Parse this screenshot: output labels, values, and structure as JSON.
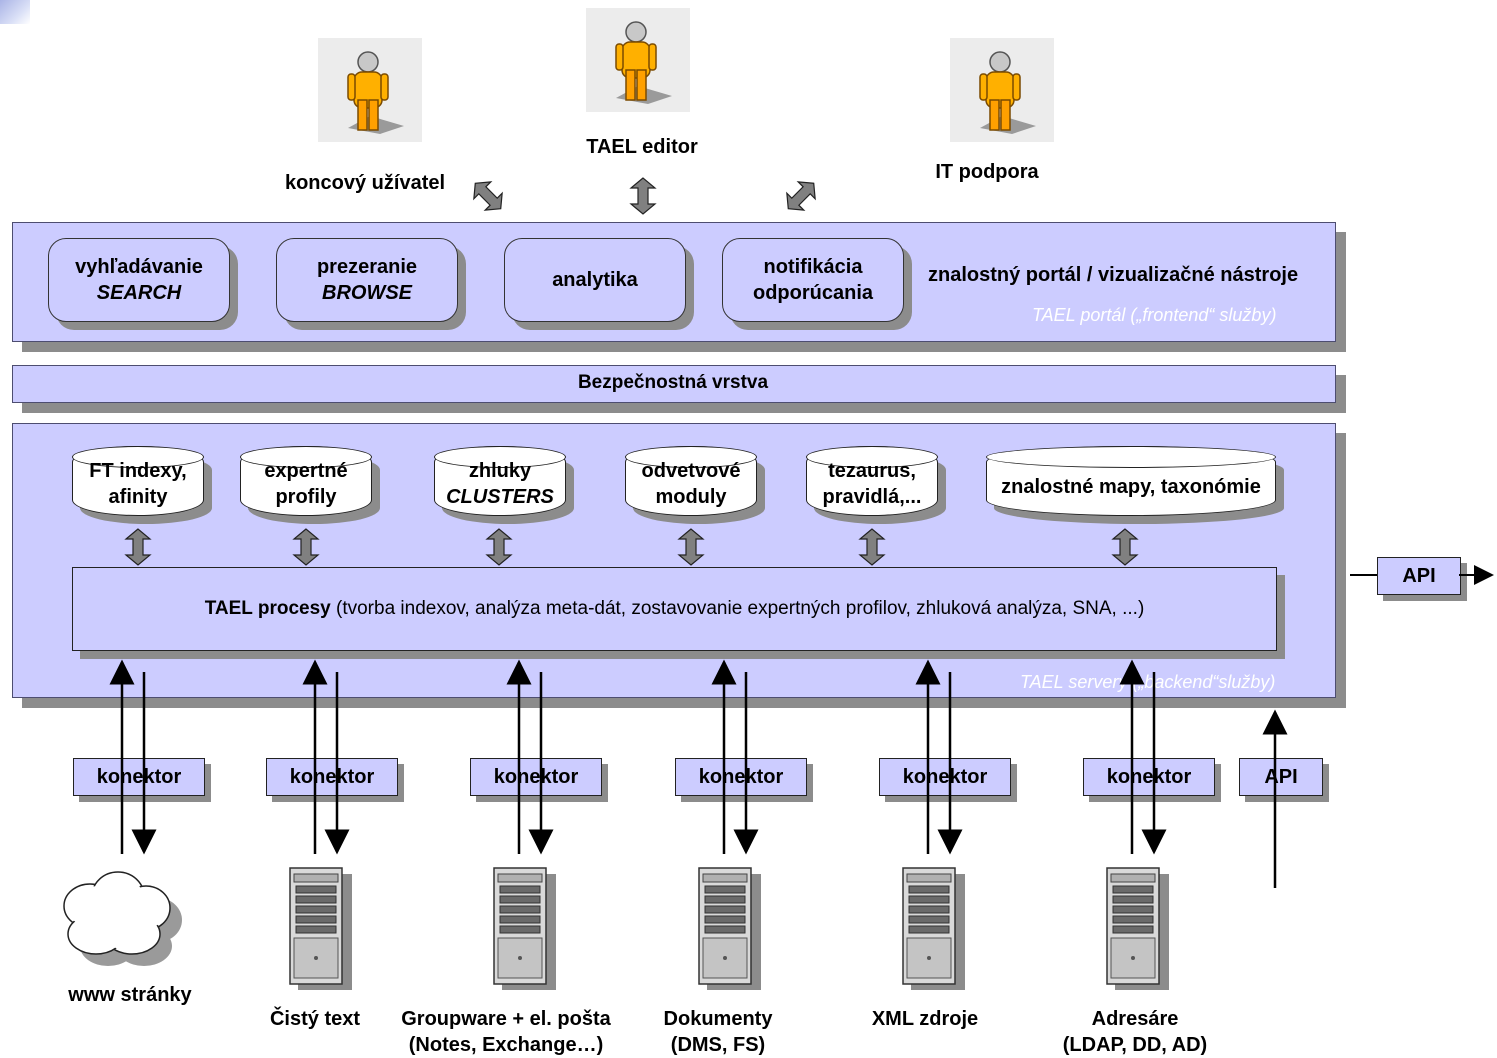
{
  "users": [
    {
      "label": "koncový užívatel",
      "icon": "user-icon"
    },
    {
      "label": "TAEL editor",
      "icon": "user-icon"
    },
    {
      "label": "IT podpora",
      "icon": "user-icon"
    }
  ],
  "portal": {
    "services": [
      {
        "line1": "vyhľadávanie",
        "line2": "SEARCH"
      },
      {
        "line1": "prezeranie",
        "line2": "BROWSE"
      },
      {
        "line1": "analytika",
        "line2": ""
      },
      {
        "line1": "notifikácia",
        "line2": "odporúcania"
      }
    ],
    "title": "znalostný portál / vizualizačné nástroje",
    "subtitle": "TAEL portál („frontend“ služby)"
  },
  "security": {
    "label": "Bezpečnostná vrstva"
  },
  "backend": {
    "stores": [
      {
        "line1": "FT indexy,",
        "line2": "afinity",
        "italic": false
      },
      {
        "line1": "expertné",
        "line2": "profily",
        "italic": false
      },
      {
        "line1": "zhluky",
        "line2": "CLUSTERS",
        "italic": true
      },
      {
        "line1": "odvetvové",
        "line2": "moduly",
        "italic": false
      },
      {
        "line1": "tezaurus,",
        "line2": "pravidlá,...",
        "italic": false
      },
      {
        "line1": "znalostné mapy, taxonómie",
        "line2": "",
        "italic": false
      }
    ],
    "process_title": "TAEL procesy",
    "process_detail": " (tvorba indexov, analýza meta-dát, zostavovanie expertných profilov, zhluková analýza, SNA, ...)",
    "subtitle": "TAEL servery („backend“služby)"
  },
  "api_right": {
    "label": "API"
  },
  "connectors": [
    {
      "label": "konektor"
    },
    {
      "label": "konektor"
    },
    {
      "label": "konektor"
    },
    {
      "label": "konektor"
    },
    {
      "label": "konektor"
    },
    {
      "label": "konektor"
    }
  ],
  "api_bottom": {
    "label": "API"
  },
  "sources": [
    {
      "line1": "www stránky",
      "line2": "",
      "icon": "cloud-icon"
    },
    {
      "line1": "Čistý text",
      "line2": "",
      "icon": "server-icon"
    },
    {
      "line1": "Groupware + el. pošta",
      "line2": "(Notes, Exchange…)",
      "icon": "server-icon"
    },
    {
      "line1": "Dokumenty",
      "line2": "(DMS, FS)",
      "icon": "server-icon"
    },
    {
      "line1": "XML zdroje",
      "line2": "",
      "icon": "server-icon"
    },
    {
      "line1": "Adresáre",
      "line2": "(LDAP, DD, AD)",
      "icon": "server-icon"
    }
  ]
}
